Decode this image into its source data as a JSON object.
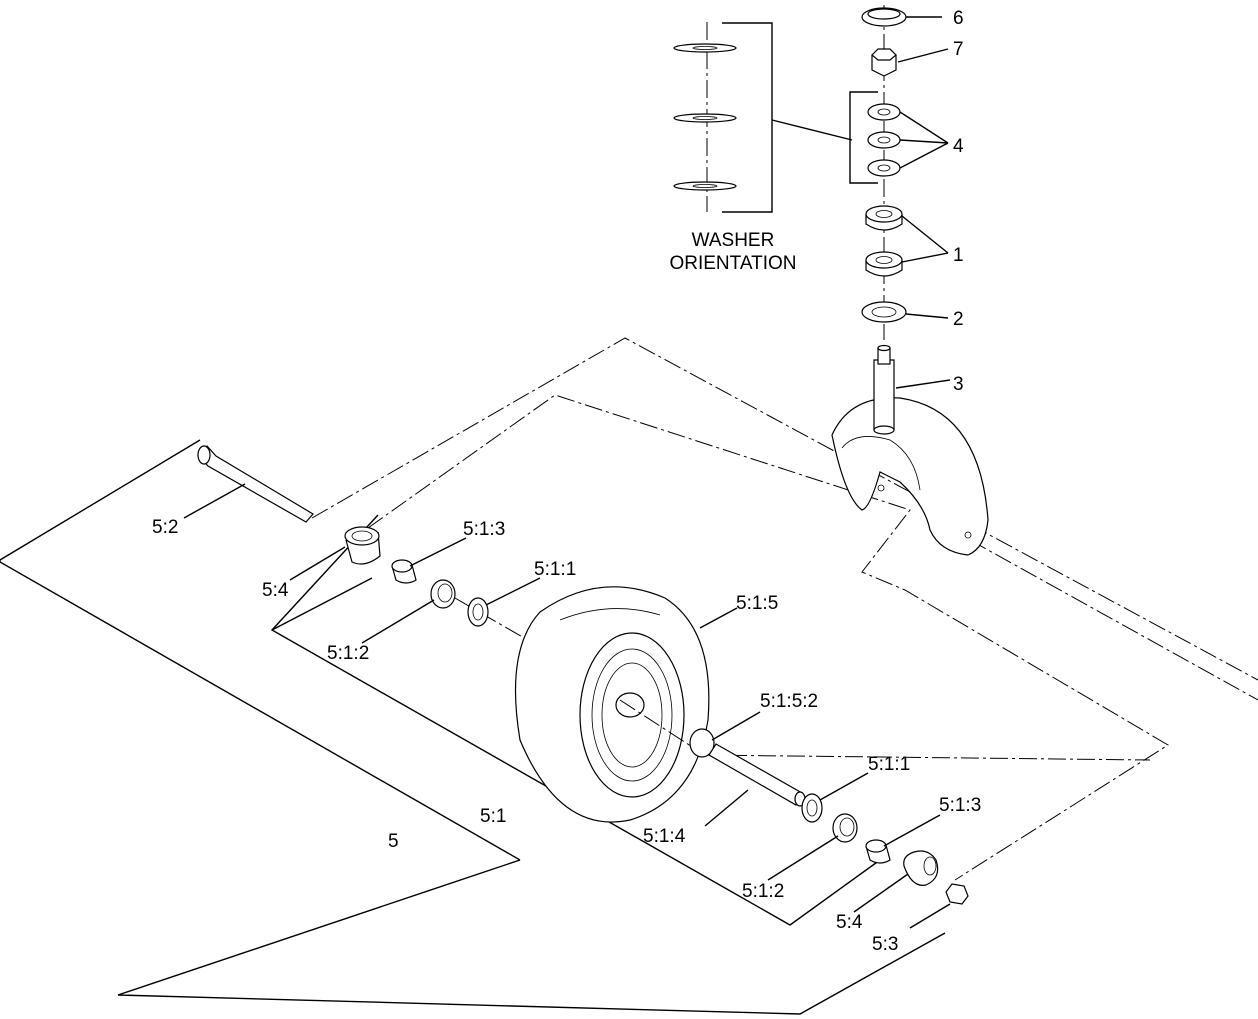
{
  "diagram": {
    "washer_orientation": [
      "WASHER",
      "ORIENTATION"
    ],
    "callouts": {
      "c6": "6",
      "c7": "7",
      "c4": "4",
      "c1": "1",
      "c2": "2",
      "c3": "3",
      "c5_2": "5:2",
      "c5_4_left": "5:4",
      "c5_1_3_top": "5:1:3",
      "c5_1_1_top": "5:1:1",
      "c5_1_2_left": "5:1:2",
      "c5_1_5": "5:1:5",
      "c5_1_5_2": "5:1:5:2",
      "c5_1_1_right": "5:1:1",
      "c5_1_3_right": "5:1:3",
      "c5_1": "5:1",
      "c5_1_4": "5:1:4",
      "c5": "5",
      "c5_1_2_right": "5:1:2",
      "c5_4_right": "5:4",
      "c5_3": "5:3"
    }
  }
}
